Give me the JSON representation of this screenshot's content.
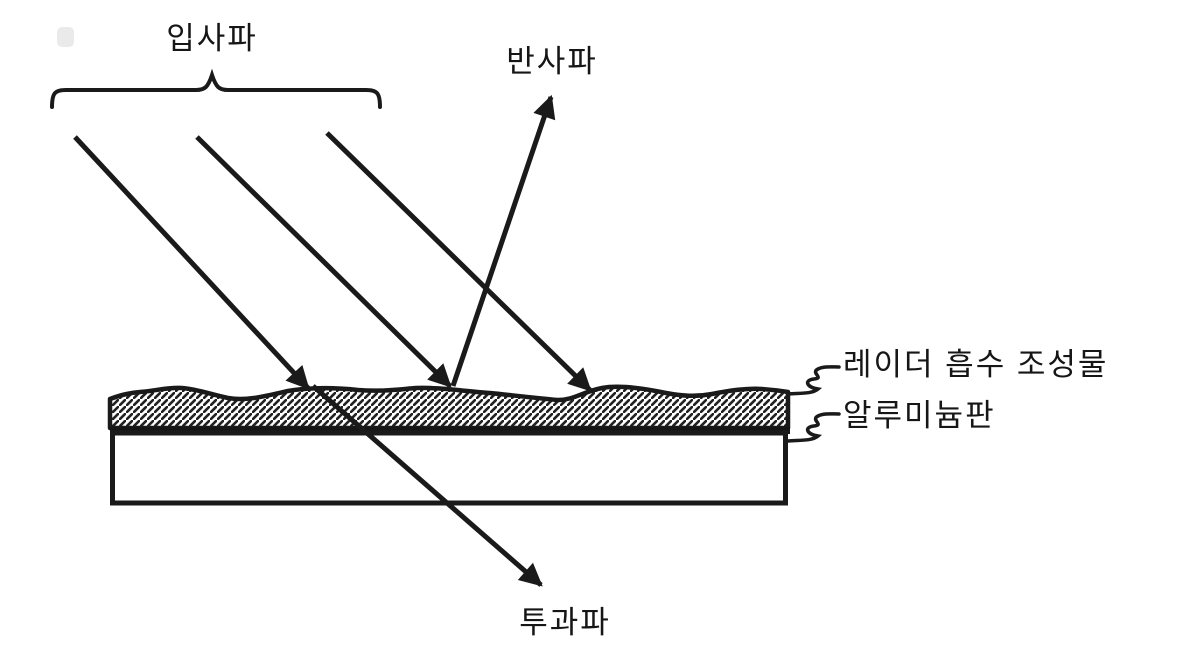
{
  "page": {
    "background": "#ffffff",
    "ink_color": "#1a1a1a",
    "hatch_color": "#222222"
  },
  "labels": {
    "incident_wave": "입사파",
    "reflected_wave": "반사파",
    "transmitted_wave": "투과파",
    "absorber_layer": "레이더 흡수 조성물",
    "aluminum_plate": "알루미늄판"
  }
}
